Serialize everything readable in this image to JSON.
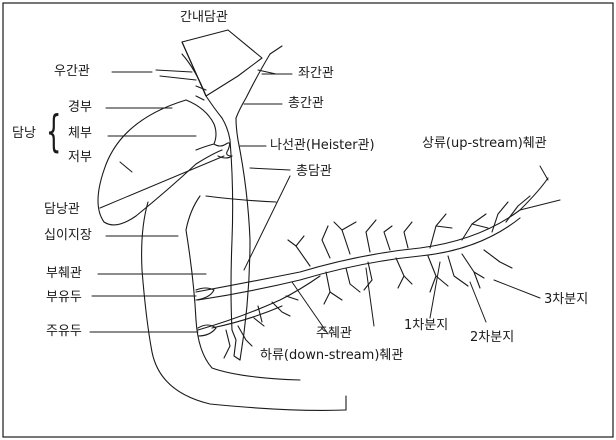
{
  "labels": {
    "hepatic_duct": "간내담관",
    "right_hepatic_duct": "우간관",
    "left_hepatic_duct": "좌간관",
    "gallbladder": "담낭",
    "neck": "경부",
    "body": "체부",
    "fundus": "저부",
    "common_hepatic_duct": "총간관",
    "heister_valve": "나선관(Heister관)",
    "upstream_duct": "상류(up-stream)췌관",
    "common_bile_duct": "총담관",
    "cystic_duct": "담낭관",
    "duodenum": "십이지장",
    "accessory_duct": "부췌관",
    "minor_papilla": "부유두",
    "major_papilla": "주유두",
    "main_pancreatic_duct": "주췌관",
    "primary_branch": "1차분지",
    "secondary_branch": "2차분지",
    "tertiary_branch": "3차분지",
    "downstream_duct": "하류(down-stream)췌관"
  }
}
